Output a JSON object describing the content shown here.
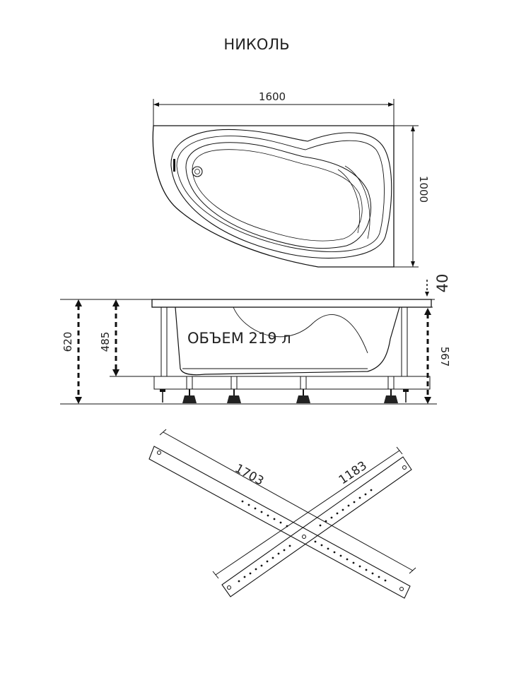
{
  "title": "НИКОЛЬ",
  "top_view": {
    "length": "1600",
    "width": "1000"
  },
  "side_view": {
    "volume_label": "ОБЪЕМ 219 л",
    "height_total": "620",
    "height_inner": "485",
    "rim_thickness": "40",
    "frame_height": "567"
  },
  "frame_view": {
    "long_bar": "1703",
    "short_bar": "1183"
  }
}
